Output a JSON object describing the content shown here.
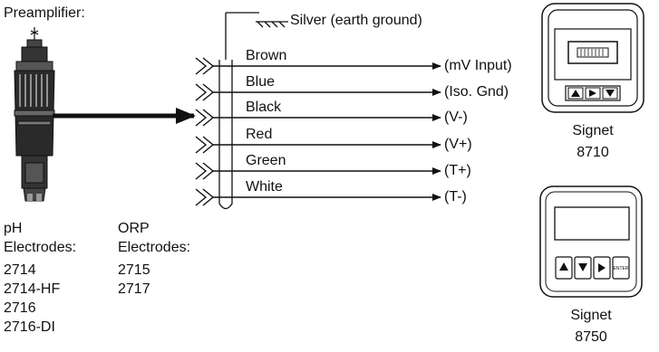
{
  "preamp_title": "Preamplifier:",
  "ground_label": "Silver (earth ground)",
  "wires": [
    {
      "color": "Brown",
      "signal": "(mV Input)"
    },
    {
      "color": "Blue",
      "signal": "(Iso. Gnd)"
    },
    {
      "color": "Black",
      "signal": "(V-)"
    },
    {
      "color": "Red",
      "signal": "(V+)"
    },
    {
      "color": "Green",
      "signal": "(T+)"
    },
    {
      "color": "White",
      "signal": "(T-)"
    }
  ],
  "ph": {
    "heading_line1": "pH",
    "heading_line2": "Electrodes:",
    "items": [
      "2714",
      "2714-HF",
      "2716",
      "2716-DI"
    ]
  },
  "orp": {
    "heading_line1": "ORP",
    "heading_line2": "Electrodes:",
    "items": [
      "2715",
      "2717"
    ]
  },
  "instrument_8710": {
    "brand": "Signet",
    "model": "8710"
  },
  "instrument_8750": {
    "brand": "Signet",
    "model": "8750",
    "enter_key": "ENTER"
  }
}
